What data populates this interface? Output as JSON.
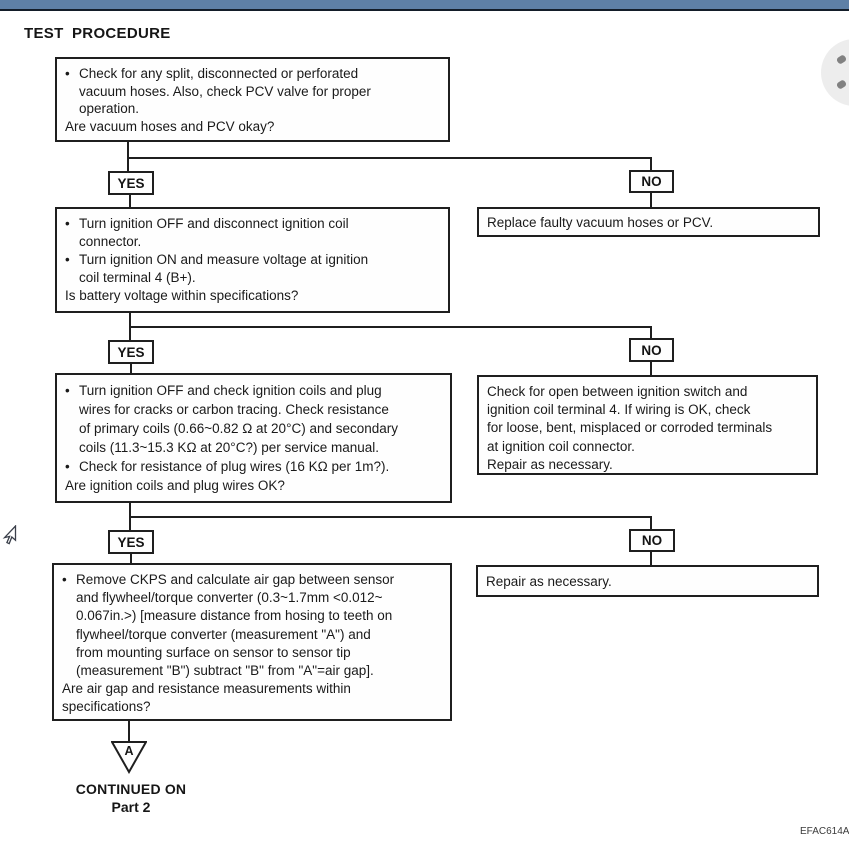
{
  "ui": {
    "bullet": "•"
  },
  "header": {
    "title": "TEST PROCEDURE",
    "doc_code": "EFAC614A",
    "bar_color": "#5e80a6"
  },
  "flow": {
    "decisions": {
      "yes": "YES",
      "no": "NO"
    },
    "steps": [
      {
        "lines": [
          {
            "type": "bullet",
            "text": "Check for any split, disconnected or perforated"
          },
          {
            "type": "cont",
            "text": "vacuum hoses. Also, check PCV valve for proper"
          },
          {
            "type": "cont",
            "text": "operation."
          },
          {
            "type": "question",
            "text": "Are vacuum hoses and PCV okay?"
          }
        ]
      },
      {
        "lines": [
          {
            "type": "bullet",
            "text": "Turn ignition OFF and disconnect ignition coil"
          },
          {
            "type": "cont",
            "text": "connector."
          },
          {
            "type": "bullet",
            "text": "Turn ignition ON and measure voltage at ignition"
          },
          {
            "type": "cont",
            "text": "coil terminal 4 (B+)."
          },
          {
            "type": "question",
            "text": "Is battery voltage within specifications?"
          }
        ]
      },
      {
        "lines": [
          {
            "type": "bullet",
            "text": "Turn ignition OFF and check ignition coils and plug"
          },
          {
            "type": "cont",
            "text": "wires for cracks or carbon tracing. Check resistance"
          },
          {
            "type": "cont",
            "text": "of primary coils (0.66~0.82 Ω at 20°C) and secondary"
          },
          {
            "type": "cont",
            "text": "coils (11.3~15.3 KΩ at 20°C?) per service manual."
          },
          {
            "type": "bullet",
            "text": "Check for resistance of plug wires (16 KΩ per 1m?)."
          },
          {
            "type": "question",
            "text": "Are ignition coils and plug wires OK?"
          }
        ]
      },
      {
        "lines": [
          {
            "type": "bullet",
            "text": "Remove CKPS and calculate air gap between sensor"
          },
          {
            "type": "cont",
            "text": "and flywheel/torque converter (0.3~1.7mm <0.012~"
          },
          {
            "type": "cont",
            "text": "0.067in.>) [measure distance from hosing to teeth on"
          },
          {
            "type": "cont",
            "text": "flywheel/torque converter (measurement \"A\") and"
          },
          {
            "type": "cont",
            "text": "from mounting surface on sensor to sensor tip"
          },
          {
            "type": "cont",
            "text": "(measurement \"B\") subtract \"B\" from \"A\"=air gap]."
          },
          {
            "type": "question",
            "text": "Are air gap and resistance measurements within"
          },
          {
            "type": "question",
            "text": "specifications?"
          }
        ]
      }
    ],
    "no_actions": [
      {
        "lines": [
          "Replace faulty vacuum hoses or PCV."
        ]
      },
      {
        "lines": [
          "Check for open between ignition switch and",
          "ignition coil terminal 4. If wiring is OK, check",
          "for loose, bent, misplaced or corroded terminals",
          "at ignition coil connector.",
          "Repair as necessary."
        ]
      },
      {
        "lines": [
          "Repair as necessary."
        ]
      }
    ],
    "continuation": {
      "connector": "A",
      "line1": "CONTINUED ON",
      "line2": "Part 2"
    }
  }
}
